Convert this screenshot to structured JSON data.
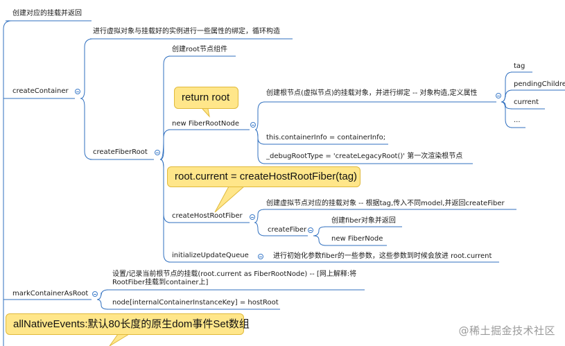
{
  "colors": {
    "line": "#2f6fbf",
    "callout_fill": "#ffe68a",
    "callout_border": "#e0b93a",
    "watermark": "#9a9a9a"
  },
  "nodes": {
    "top_return": "创建对应的挂载并返回",
    "create_container": "createContainer",
    "bind_desc": "进行虚拟对象与挂载好的实例进行一些属性的绑定，循环构造",
    "create_root_component": "创建root节点组件",
    "create_fiber_root": "createFiberRoot",
    "new_fiber_root_node": "new FiberRootNode",
    "root_node_desc": "创建根节点(虚拟节点)的挂载对象，并进行绑定  -- 对象构造,定义属性",
    "prop_tag": "tag",
    "prop_pending": "pendingChildre",
    "prop_current": "current",
    "prop_more": "...",
    "container_info": "this.containerInfo = containerInfo;",
    "debug_root_type": "_debugRootType = 'createLegacyRoot()'   第一次渲染根节点",
    "create_host_root_fiber": "createHostRootFiber",
    "host_root_desc": "创建虚拟节点对应的挂载对象 --   根据tag,传入不同model,并返回createFiber",
    "create_fiber": "createFiber",
    "create_fiber_obj": "创建fiber对象并返回",
    "new_fiber_node": "new FiberNode",
    "initialize_update_queue": "initializeUpdateQueue",
    "update_queue_desc": "进行初始化参数fiber的一些参数，这些参数到时候会放进 root.current",
    "mark_container_as_root": "markContainerAsRoot",
    "mark_desc": "设置/记录当前根节点的挂载(root.current as FiberRootNode) -- [网上解释:将RootFiber挂载到container上]",
    "node_key": "node[internalContainerInstanceKey] = hostRoot"
  },
  "callouts": {
    "return_root": "return root",
    "root_current": "root.current = createHostRootFiber(tag)",
    "all_native_events": "allNativeEvents:默认80长度的原生dom事件Set数组"
  },
  "watermark": "@稀土掘金技术社区"
}
